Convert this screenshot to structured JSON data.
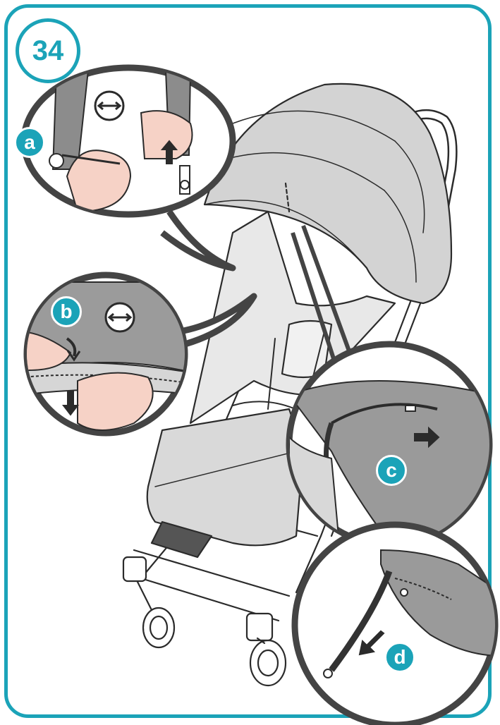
{
  "step_number": "34",
  "labels": {
    "a": "a",
    "b": "b",
    "c": "c",
    "d": "d"
  },
  "colors": {
    "accent": "#1ba3b8",
    "fabric": "#cfcfcf",
    "fabric_dark": "#8c8c8c",
    "outline": "#2b2b2b",
    "skin": "#f6d2c6"
  },
  "icons": [
    "rotate-icon",
    "rotate-icon",
    "up-arrow-icon",
    "down-arrow-icon",
    "right-arrow-icon",
    "down-left-arrow-icon",
    "curved-arrow-icon"
  ]
}
